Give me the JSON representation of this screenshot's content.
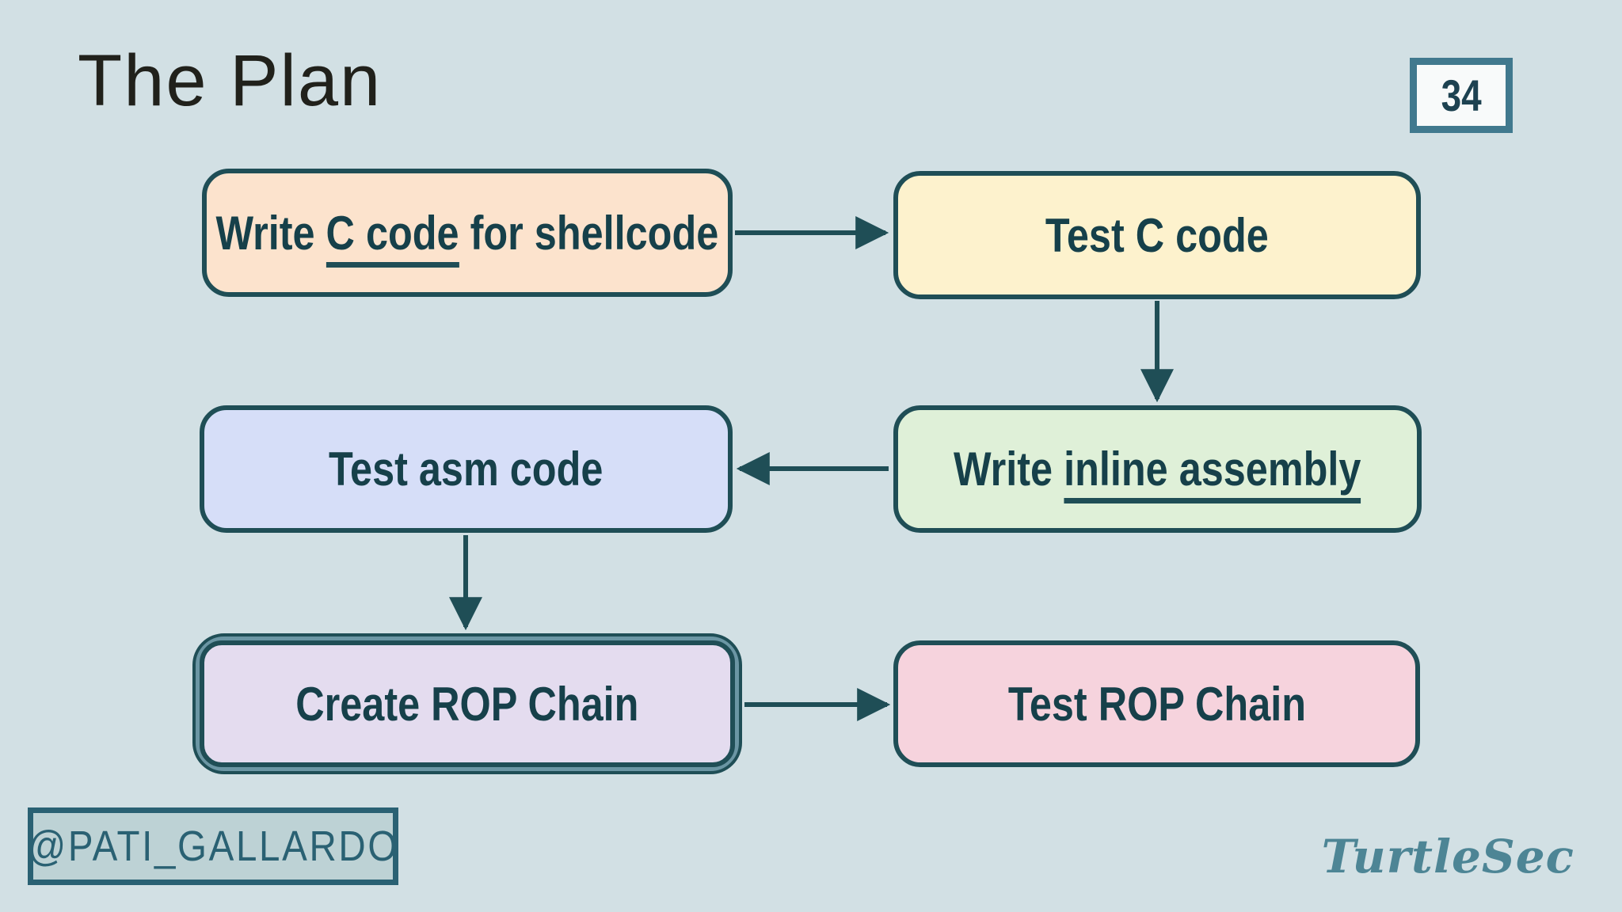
{
  "slide": {
    "title": "The Plan",
    "page_number": "34",
    "handle": "@PATI_GALLARDO",
    "brand": "TurtleSec"
  },
  "colors": {
    "background": "#d2e0e4",
    "stroke_dark_teal": "#1f4e56",
    "text_ink": "#16404a",
    "highlight_ring_teal": "#6b96a4",
    "page_number_border": "#41798e",
    "page_number_background": "#f8fafa",
    "badge_background": "#bdd2d5",
    "badge_ink": "#2a6173",
    "brand_ink": "#4d8595"
  },
  "flowchart": {
    "nodes": [
      {
        "id": "write-c-code",
        "pre": "Write ",
        "underline": "C code",
        "post": " for shellcode",
        "fill": "#fce3cd",
        "highlighted": false
      },
      {
        "id": "test-c-code",
        "pre": "Test C code",
        "underline": "",
        "post": "",
        "fill": "#fdf2cd",
        "highlighted": false
      },
      {
        "id": "write-inline-assembly",
        "pre": "Write ",
        "underline": "inline assembly",
        "post": "",
        "fill": "#dff0d8",
        "highlighted": false
      },
      {
        "id": "test-asm-code",
        "pre": "Test asm code",
        "underline": "",
        "post": "",
        "fill": "#d6def8",
        "highlighted": false
      },
      {
        "id": "create-rop-chain",
        "pre": "Create ROP Chain",
        "underline": "",
        "post": "",
        "fill": "#e4dcef",
        "highlighted": true
      },
      {
        "id": "test-rop-chain",
        "pre": "Test ROP Chain",
        "underline": "",
        "post": "",
        "fill": "#f6d3dd",
        "highlighted": false
      }
    ],
    "edges": [
      {
        "from": "write-c-code",
        "to": "test-c-code",
        "direction": "right"
      },
      {
        "from": "test-c-code",
        "to": "write-inline-assembly",
        "direction": "down"
      },
      {
        "from": "write-inline-assembly",
        "to": "test-asm-code",
        "direction": "left"
      },
      {
        "from": "test-asm-code",
        "to": "create-rop-chain",
        "direction": "down"
      },
      {
        "from": "create-rop-chain",
        "to": "test-rop-chain",
        "direction": "right"
      }
    ]
  }
}
